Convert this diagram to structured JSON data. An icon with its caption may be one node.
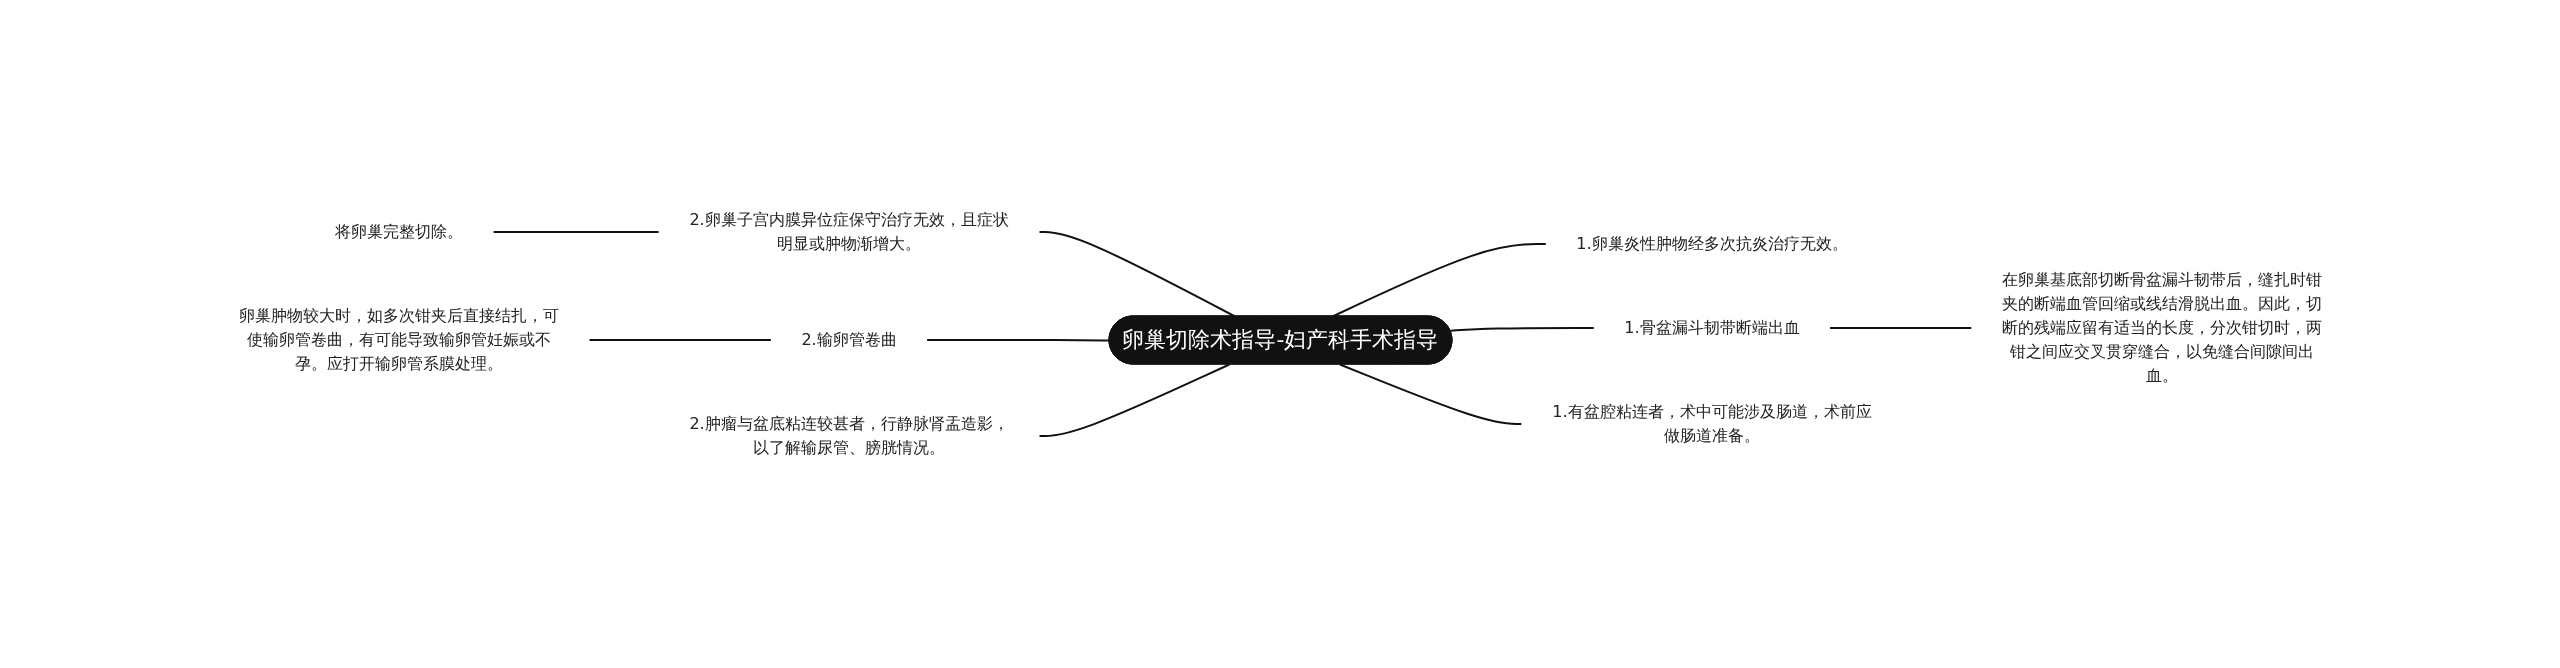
{
  "diagram": {
    "nodes": [
      {
        "text": [
          "卵巢切除术指导-妇产科手术指导"
        ]
      },
      {
        "text": [
          "1.卵巢炎性肿物经多次抗炎治疗无效。"
        ]
      },
      {
        "text": [
          "1.骨盆漏斗韧带断端出血"
        ]
      },
      {
        "text": [
          "在卵巢基底部切断骨盆漏斗韧带后，缝扎时钳夹的断端血管回缩或线结滑脱出血。因此，切断的残端应留有适当的长度，分次钳切时，两钳之间应交叉贯穿缝合，以免缝合间隙间出血。"
        ]
      },
      {
        "text": [
          "1.有盆腔粘连者，术中可能涉及肠道，术前应做肠道准备。"
        ]
      },
      {
        "text": [
          "2.卵巢子宫内膜异位症保守治疗无效，且症状明显或肿物渐增大。"
        ]
      },
      {
        "text": [
          "将卵巢完整切除。"
        ]
      },
      {
        "text": [
          "2.输卵管卷曲"
        ]
      },
      {
        "text": [
          "卵巢肿物较大时，如多次钳夹后直接结扎，可使输卵管卷曲，有可能导致输卵管妊娠或不孕。应打开输卵管系膜处理。"
        ]
      },
      {
        "text": [
          "2.肿瘤与盆底粘连较甚者，行静脉肾盂造影，以了解输尿管、膀胱情况。"
        ]
      }
    ],
    "edges": [
      {
        "from": 0,
        "to": 1,
        "arrow": "none"
      },
      {
        "from": 0,
        "to": 2,
        "arrow": "none"
      },
      {
        "from": 2,
        "to": 3,
        "arrow": "none"
      },
      {
        "from": 0,
        "to": 4,
        "arrow": "none"
      },
      {
        "from": 5,
        "to": 0,
        "arrow": "none"
      },
      {
        "from": 6,
        "to": 5,
        "arrow": "none"
      },
      {
        "from": 7,
        "to": 0,
        "arrow": "none"
      },
      {
        "from": 8,
        "to": 7,
        "arrow": "none"
      },
      {
        "from": 9,
        "to": 0,
        "arrow": "none"
      }
    ]
  }
}
